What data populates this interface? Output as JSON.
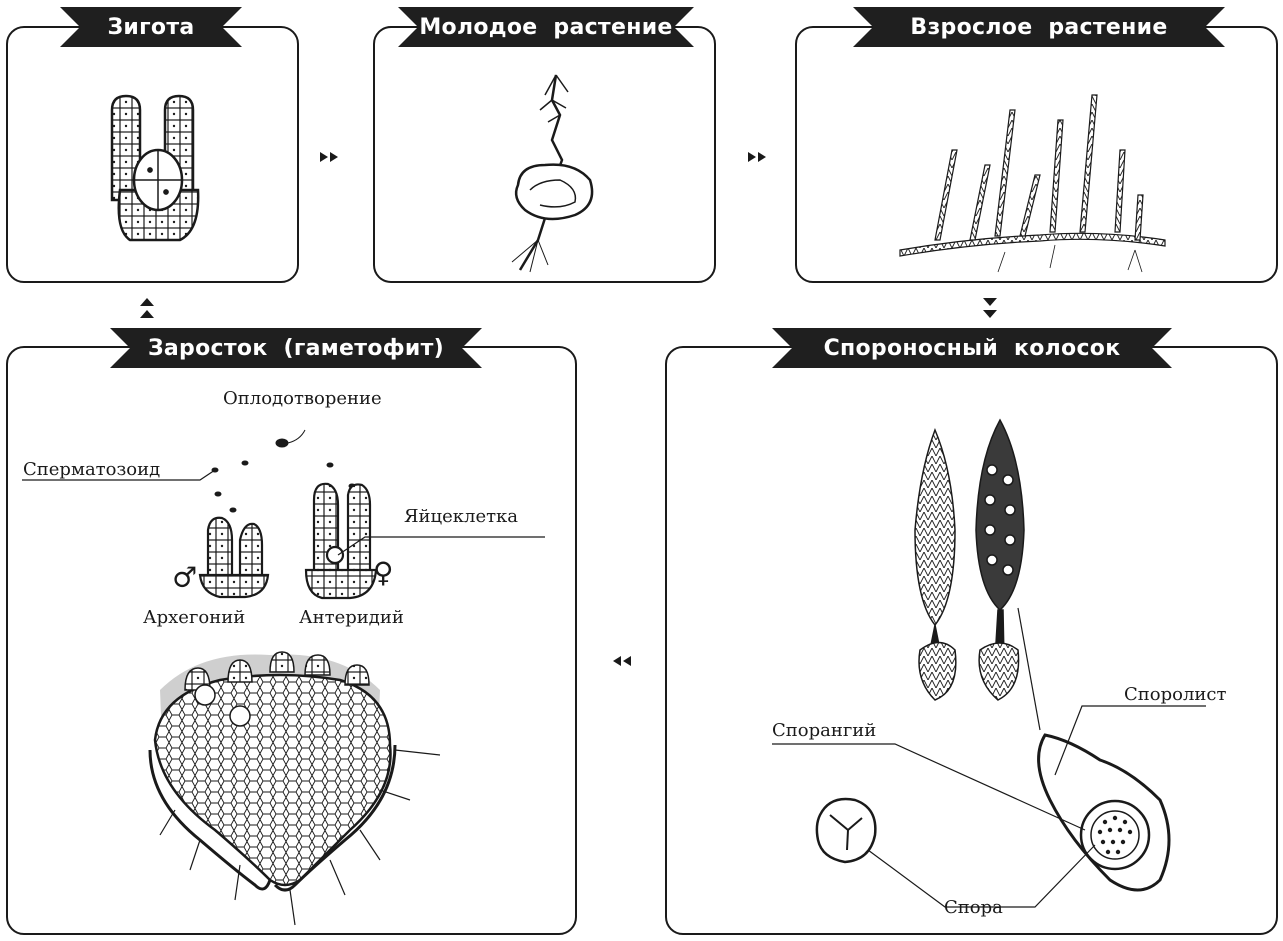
{
  "panels": {
    "zygote": {
      "title": "Зигота"
    },
    "young_plant": {
      "title": "Молодое  растение"
    },
    "adult_plant": {
      "title": "Взрослое  растение"
    },
    "gametophyte": {
      "title": "Заросток  (гаметофит)"
    },
    "spore_spike": {
      "title": "Спороносный  колосок"
    }
  },
  "labels": {
    "fertilization": "Оплодотворение",
    "spermatozoid": "Сперматозоид",
    "egg_cell": "Яйцеклетка",
    "archegonium": "Архегоний",
    "antheridium": "Антеридий",
    "sporophyll": "Споролист",
    "sporangium": "Спорангий",
    "spore": "Спора",
    "male_symbol": "♂",
    "female_symbol": "♀"
  },
  "colors": {
    "ink": "#1a1a1a",
    "tab_bg": "#1f1f1f",
    "tab_text": "#ffffff",
    "shade": "#cfcfcf"
  }
}
